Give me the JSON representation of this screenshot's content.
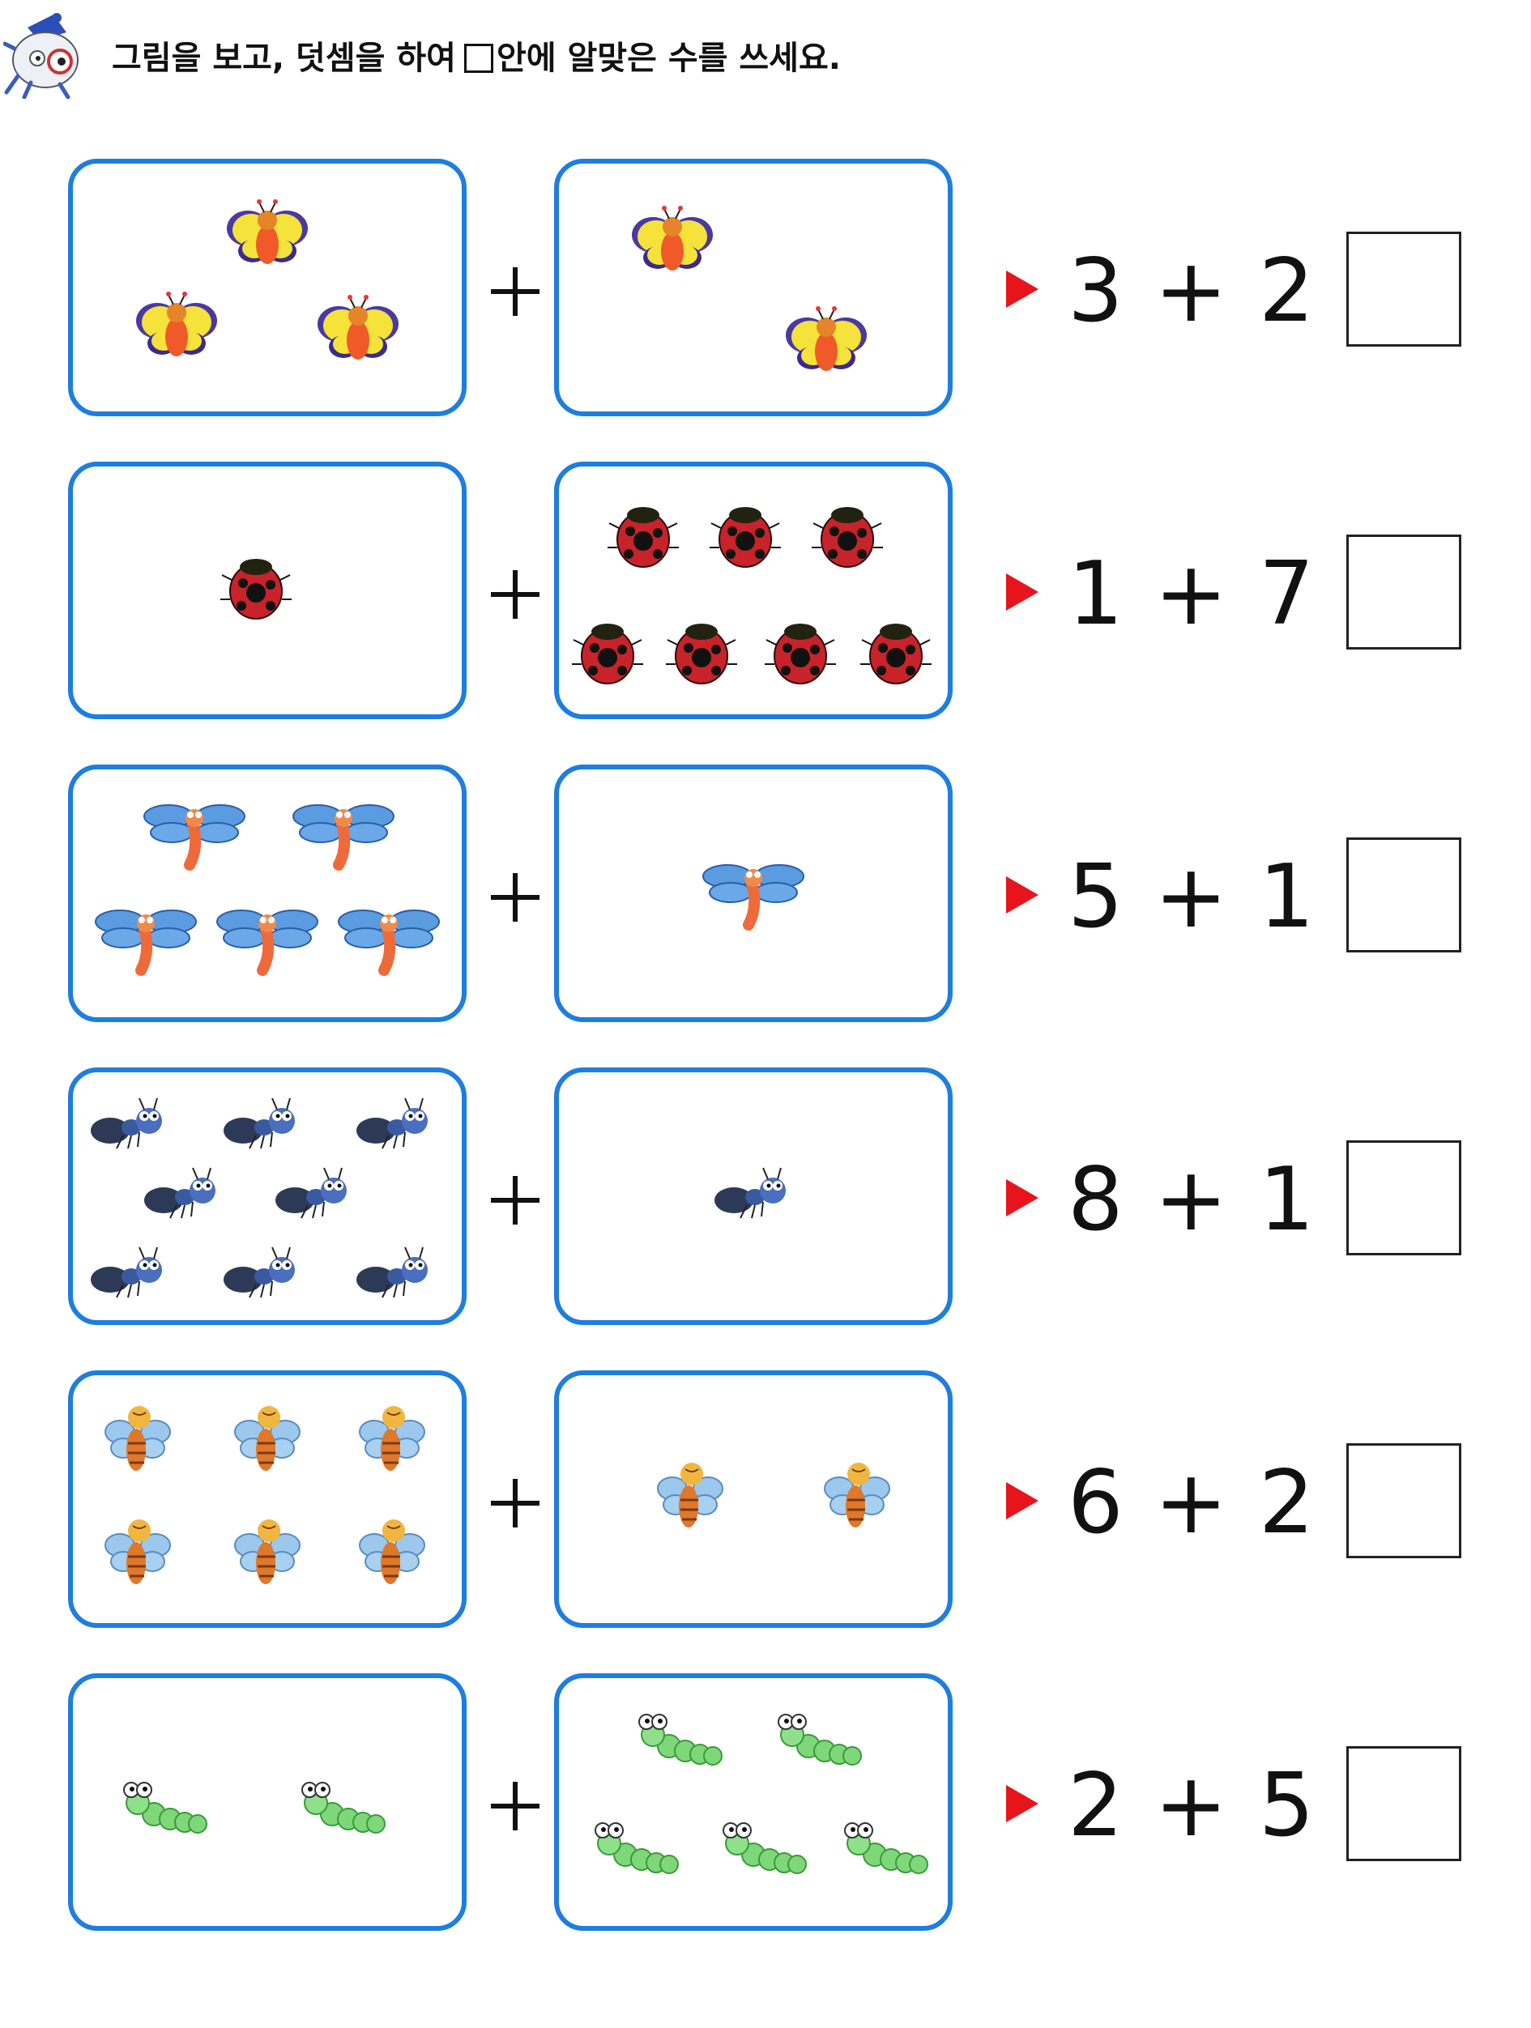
{
  "header": {
    "instruction_before": "그림을 보고, 덧셈을 하여",
    "instruction_after": "안에 알맞은 수를 쓰세요."
  },
  "colors": {
    "panel_border": "#1e7ee0",
    "arrow": "#e8141c",
    "text": "#111111"
  },
  "problems": [
    {
      "equation": "3 + 2 =",
      "left_count": 3,
      "right_count": 2,
      "creature": "butterfly-icon"
    },
    {
      "equation": "1 + 7 =",
      "left_count": 1,
      "right_count": 7,
      "creature": "ladybug-icon"
    },
    {
      "equation": "5 + 1 =",
      "left_count": 5,
      "right_count": 1,
      "creature": "dragonfly-icon"
    },
    {
      "equation": "8 + 1 =",
      "left_count": 8,
      "right_count": 1,
      "creature": "ant-icon"
    },
    {
      "equation": "6 + 2 =",
      "left_count": 6,
      "right_count": 2,
      "creature": "bee-icon"
    },
    {
      "equation": "2 + 5 =",
      "left_count": 2,
      "right_count": 5,
      "creature": "caterpillar-icon"
    }
  ]
}
